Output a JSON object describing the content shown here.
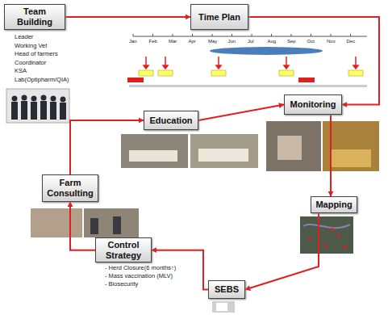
{
  "diagram": {
    "nodes": [
      {
        "text": [
          "Team Building"
        ]
      },
      {
        "text": [
          "Time Plan"
        ]
      },
      {
        "text": [
          "Monitoring"
        ]
      },
      {
        "text": [
          "Mapping"
        ]
      },
      {
        "text": [
          "SEBS"
        ]
      },
      {
        "text": [
          "Control Strategy"
        ]
      },
      {
        "text": [
          "Farm Consulting"
        ]
      },
      {
        "text": [
          "Education"
        ]
      }
    ],
    "edges": [
      {
        "from": 0,
        "to": 1,
        "arrow": "to"
      },
      {
        "from": 1,
        "to": 2,
        "arrow": "to"
      },
      {
        "from": 2,
        "to": 3,
        "arrow": "to"
      },
      {
        "from": 3,
        "to": 4,
        "arrow": "to"
      },
      {
        "from": 4,
        "to": 5,
        "arrow": "to"
      },
      {
        "from": 5,
        "to": 6,
        "arrow": "to"
      },
      {
        "from": 6,
        "to": 7,
        "arrow": "to"
      },
      {
        "from": 7,
        "to": 2,
        "arrow": "to"
      }
    ],
    "labels": [
      "Leader",
      "Working Vet",
      "Head of farmers",
      "Coordinator",
      "KSA",
      "Lab(Optipharm/QIA)",
      "Jan",
      "Feb",
      "Mar",
      "Apr",
      "May",
      "Jun",
      "Jul",
      "Aug",
      "Sep",
      "Oct",
      "Nov",
      "Dec",
      "- Herd Closure(6 months↑)",
      "- Mass vaccination (MLV)",
      "- Biosecurity"
    ]
  }
}
